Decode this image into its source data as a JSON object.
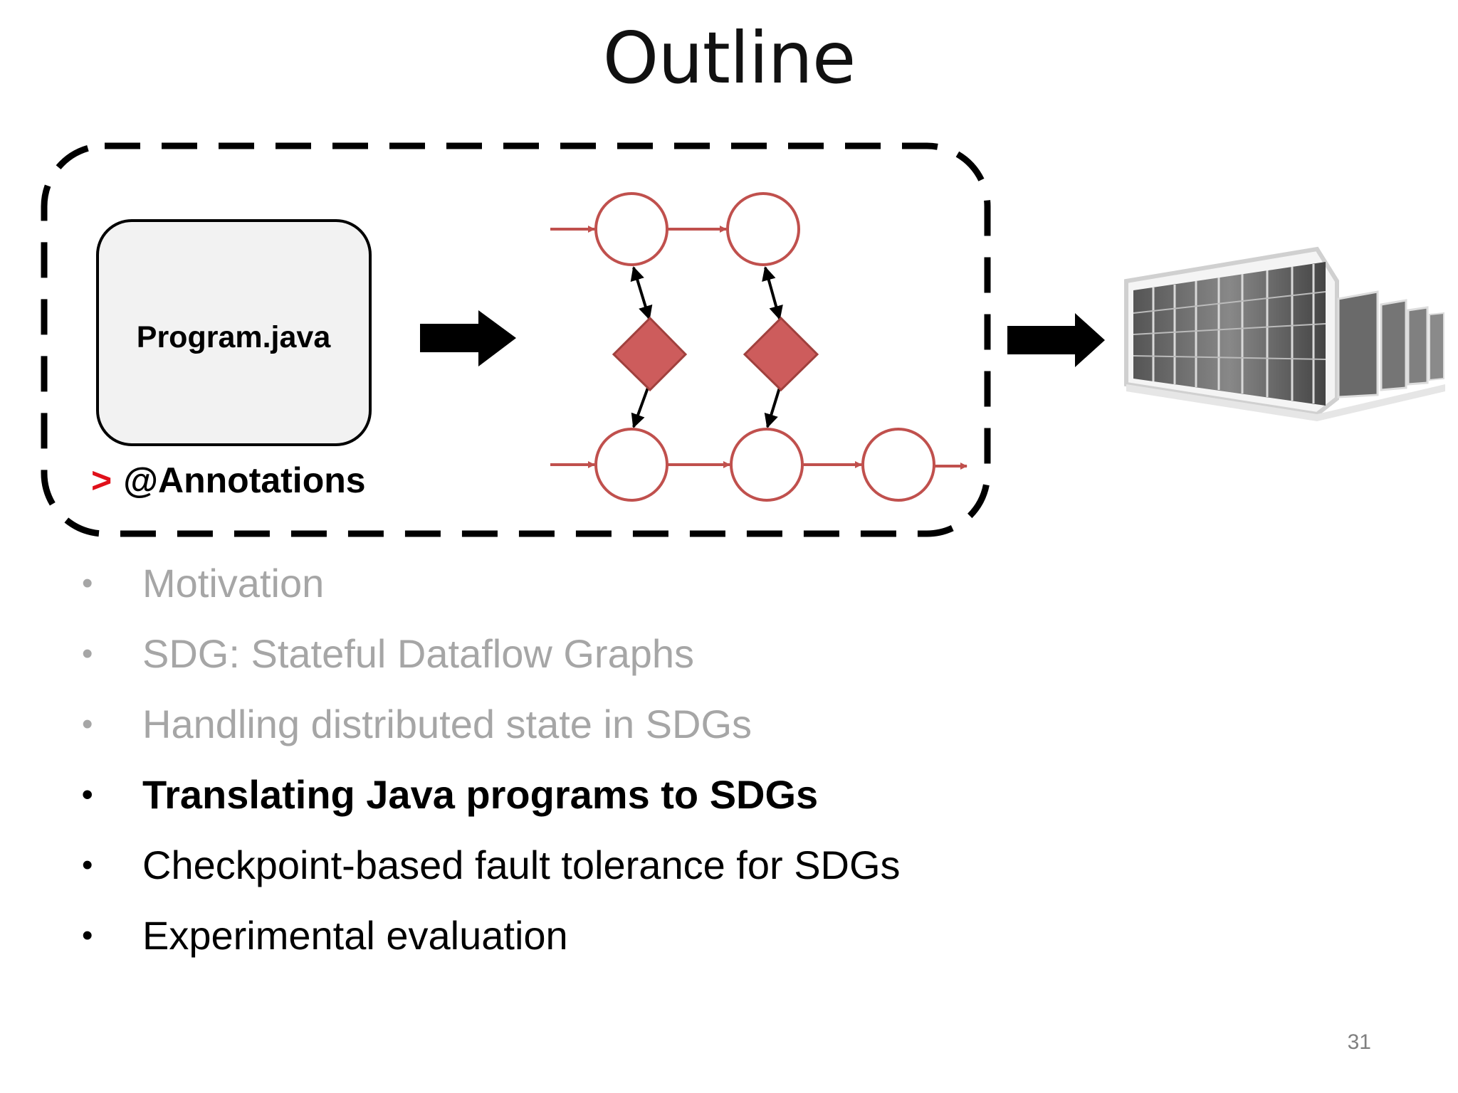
{
  "slide": {
    "title": "Outline",
    "page_number": "31"
  },
  "diagram": {
    "program_label": "Program.java",
    "annotation_prompt": ">",
    "annotation_label": "@Annotations",
    "colors": {
      "node_stroke": "#c0504d",
      "state_fill": "#cd5c5c",
      "prompt_red": "#e0101a",
      "box_fill": "#f2f2f2"
    },
    "icons": [
      "right-arrow-icon",
      "server-racks-image"
    ]
  },
  "outline": {
    "items": [
      {
        "label": "Motivation",
        "style": "dim"
      },
      {
        "label": "SDG: Stateful Dataflow Graphs",
        "style": "dim"
      },
      {
        "label": "Handling distributed state in SDGs",
        "style": "dim"
      },
      {
        "label": "Translating Java programs to SDGs",
        "style": "bold"
      },
      {
        "label": "Checkpoint-based fault tolerance for SDGs",
        "style": "normal"
      },
      {
        "label": "Experimental evaluation",
        "style": "normal"
      }
    ],
    "bullet": "•"
  }
}
